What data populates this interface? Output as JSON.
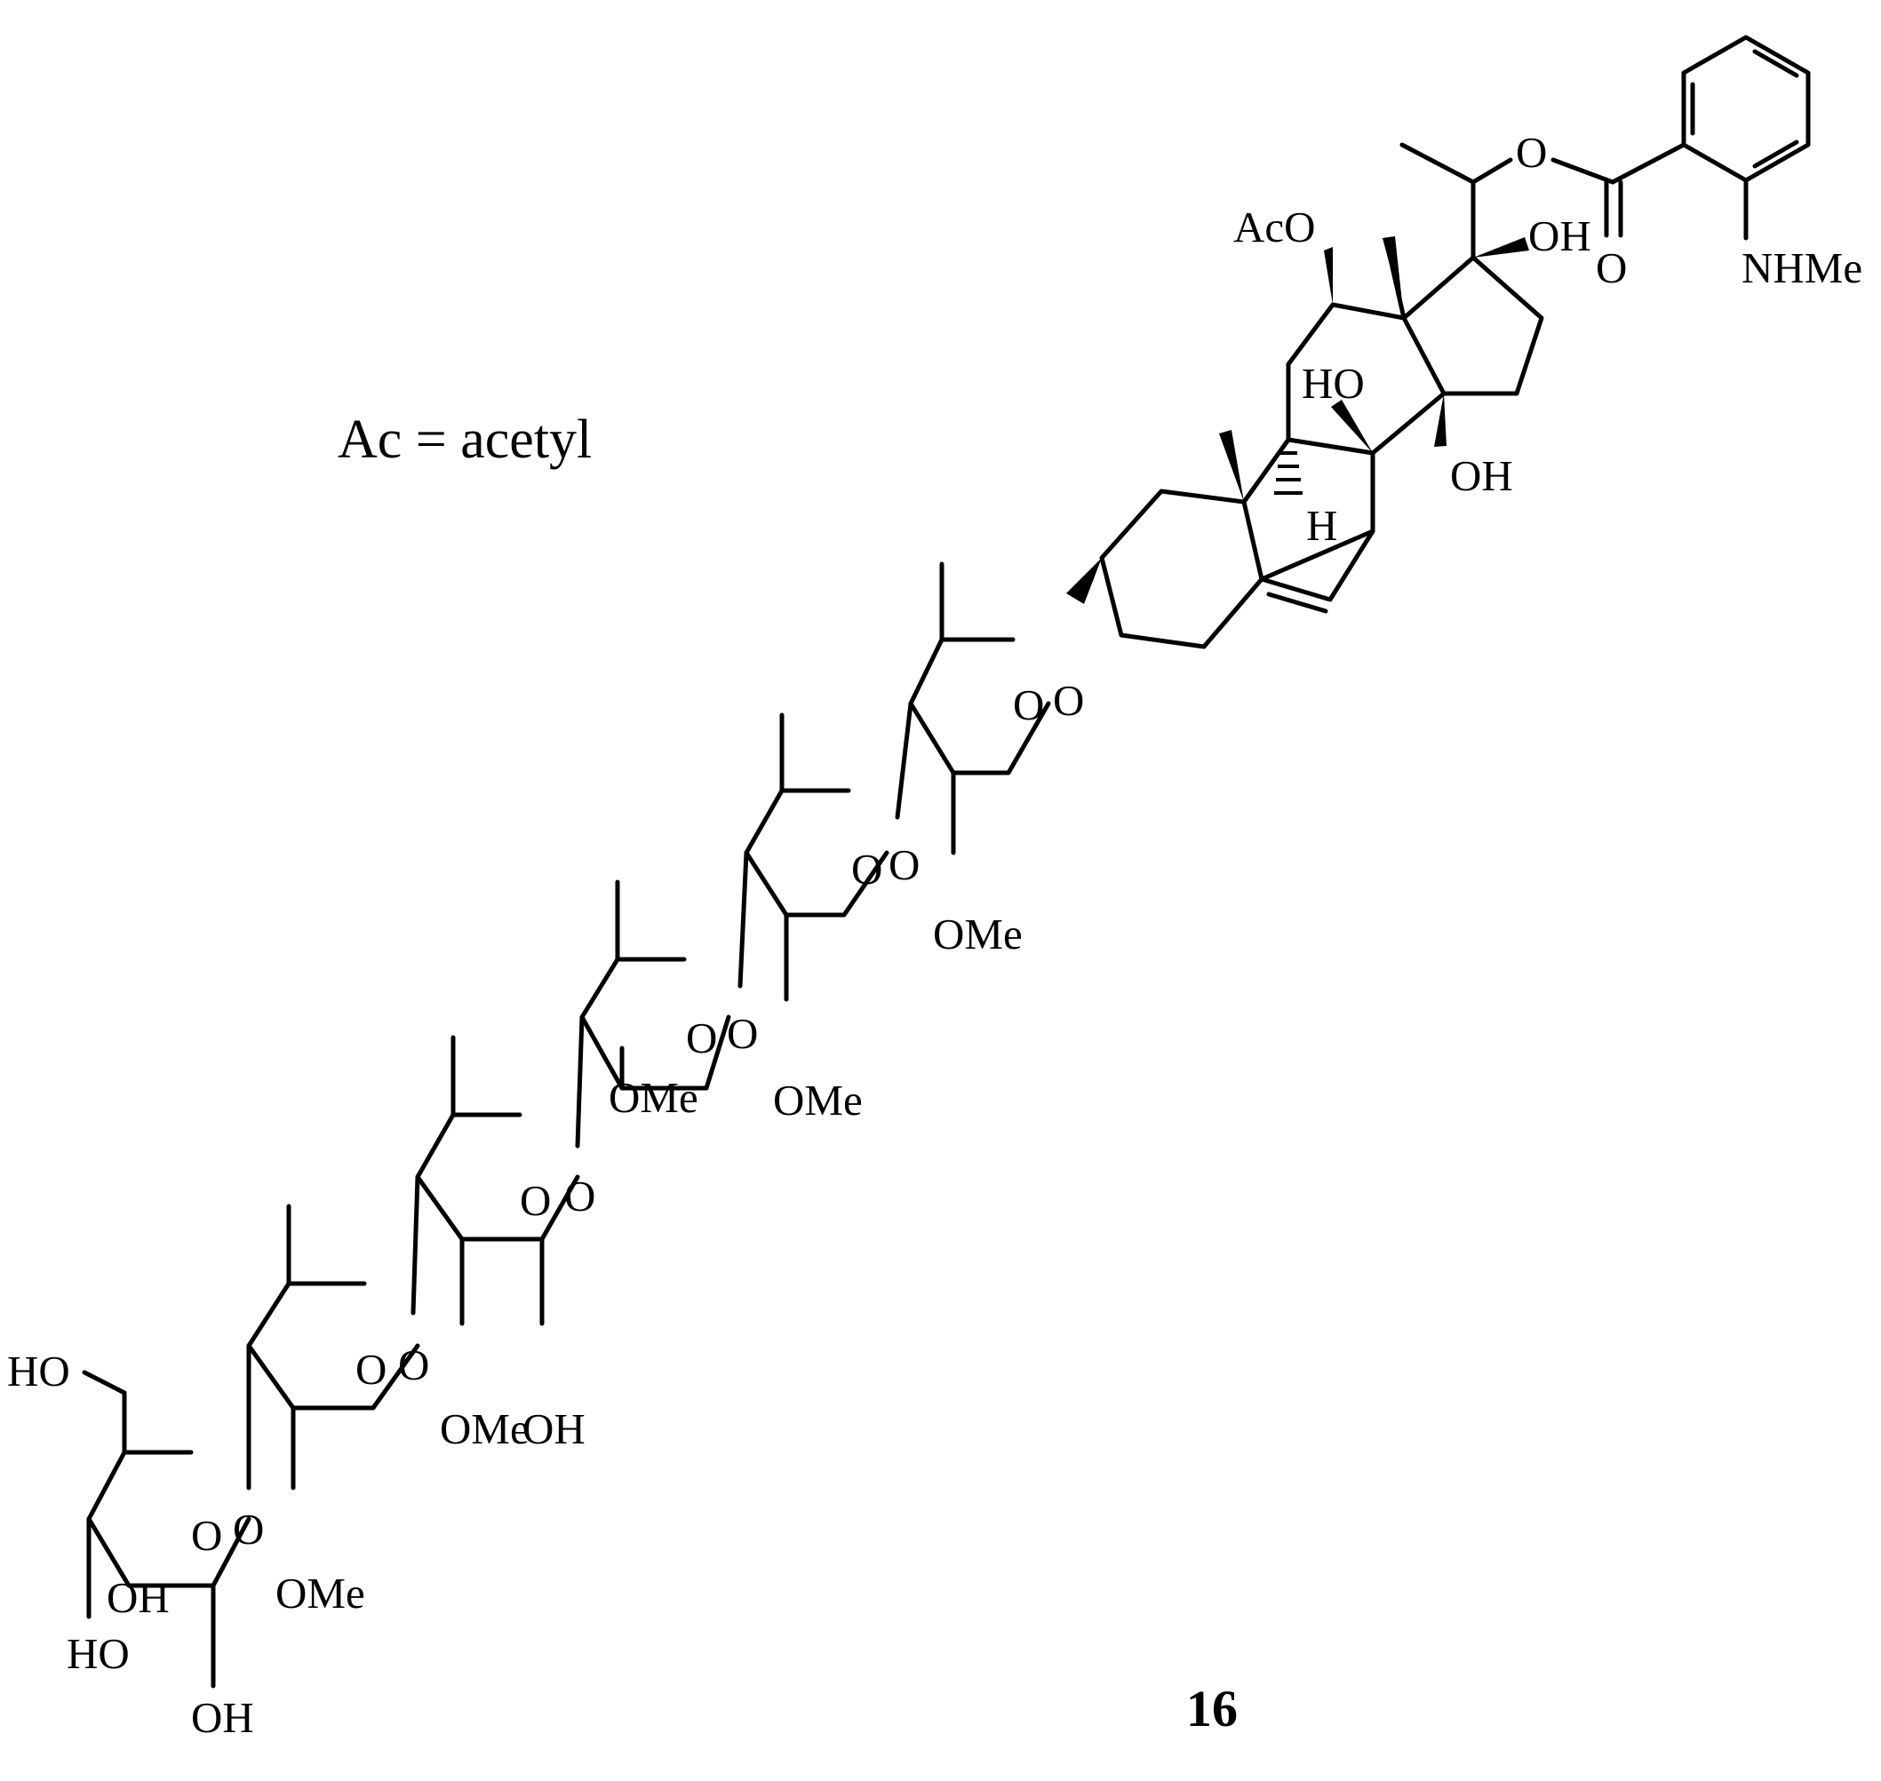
{
  "legend": "Ac = acetyl",
  "compound_number": "16",
  "labels": {
    "aco": "AcO",
    "o_ester": "O",
    "oh_17": "OH",
    "carbonyl_o": "O",
    "nhme": "NHMe",
    "ho_8": "HO",
    "oh_14": "OH",
    "h_9": "H",
    "o_glyco": "O",
    "o_ring1": "O",
    "ome1": "OMe",
    "o_link2": "O",
    "o_ring2": "O",
    "ome2": "OMe",
    "o_link3": "O",
    "o_ring3": "O",
    "ome3": "OMe",
    "o_link4": "O",
    "o_ring4": "O",
    "ome4": "OMe",
    "oh_s4": "OH",
    "o_link5": "O",
    "o_ring5": "O",
    "ome5": "OMe",
    "o_link6": "O",
    "o_ring6": "O",
    "ho_ch2": "HO",
    "oh_g1": "OH",
    "ho_g2": "HO",
    "oh_g3": "OH"
  }
}
